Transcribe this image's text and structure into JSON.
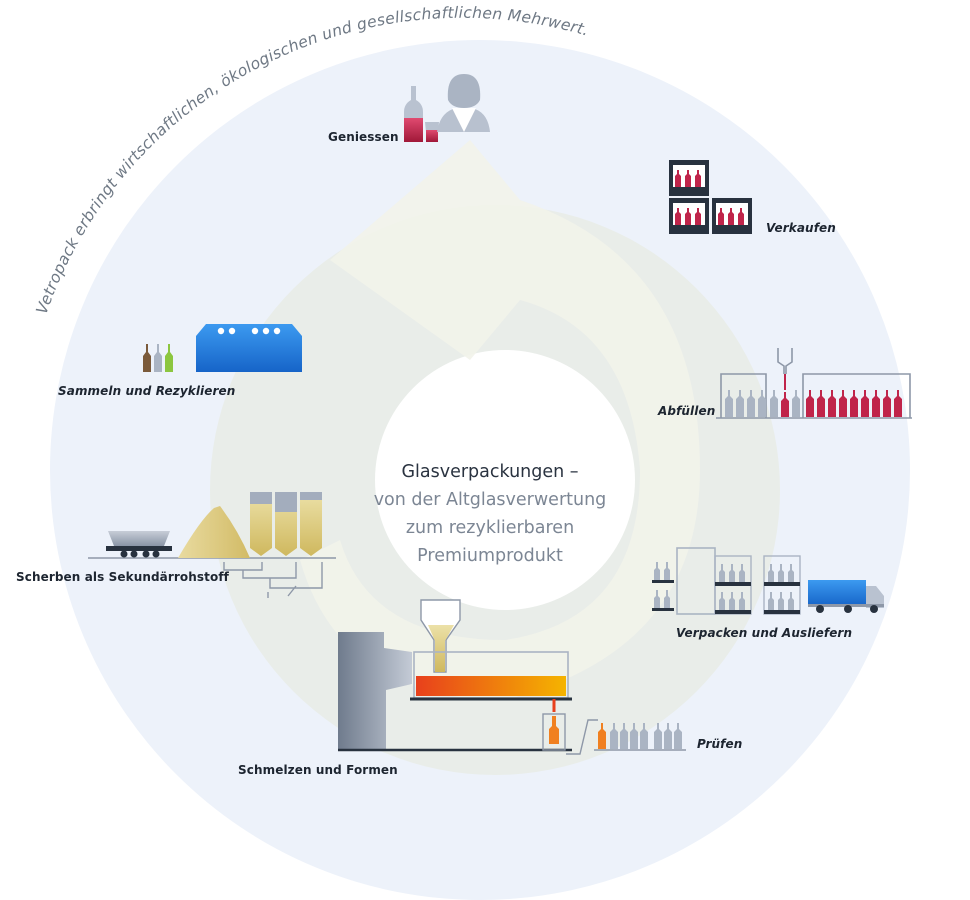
{
  "arc_text": "Vetropack erbringt wirtschaftlichen, ökologischen und gesellschaftlichen Mehrwert.",
  "center": {
    "line1": "Glasverpackungen –",
    "line2": "von der Altglasverwertung",
    "line3": "zum rezyklierbaren",
    "line4": "Premiumprodukt"
  },
  "steps": {
    "geniessen": "Geniessen",
    "verkaufen": "Verkaufen",
    "abfuellen": "Abfüllen",
    "verpacken": "Verpacken und Ausliefern",
    "pruefen": "Prüfen",
    "schmelzen": "Schmelzen und Formen",
    "scherben": "Scherben als Sekundärrohstoff",
    "sammeln": "Sammeln und Rezyklieren"
  },
  "colors": {
    "outer_ring": "#edf2fa",
    "wine": "#c0244a",
    "navy": "#28323f",
    "blue": "#1e7de0",
    "sand": "#dcc678",
    "steel": "#8e98a8",
    "fire_start": "#e8401c",
    "fire_end": "#f5b400"
  }
}
